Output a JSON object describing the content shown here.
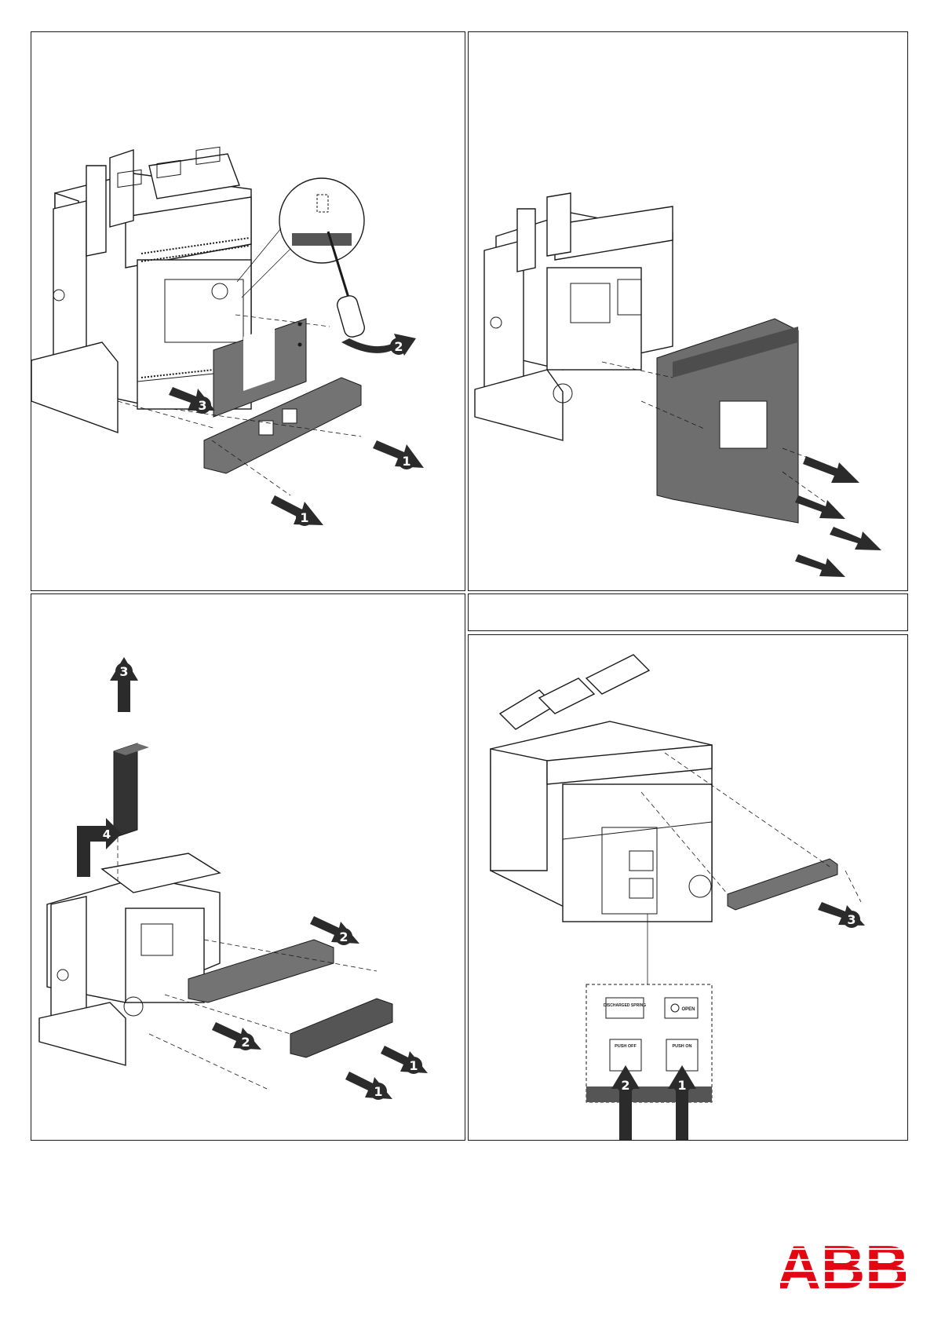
{
  "steps": {
    "p1": [
      "1",
      "1",
      "2",
      "3"
    ],
    "p3": [
      "1",
      "1",
      "2",
      "2",
      "3",
      "4"
    ],
    "p4": [
      "1",
      "2",
      "3"
    ]
  },
  "labels": {
    "discharged_springs": "DISCHARGED SPRING",
    "open": "OPEN",
    "push_off": "PUSH OFF",
    "push_on": "PUSH ON"
  },
  "logo": {
    "text": "ABB",
    "color": "#e30613"
  },
  "colors": {
    "line": "#1a1a1a",
    "part": "#6e6e6e",
    "arrow": "#2b2b2b"
  }
}
